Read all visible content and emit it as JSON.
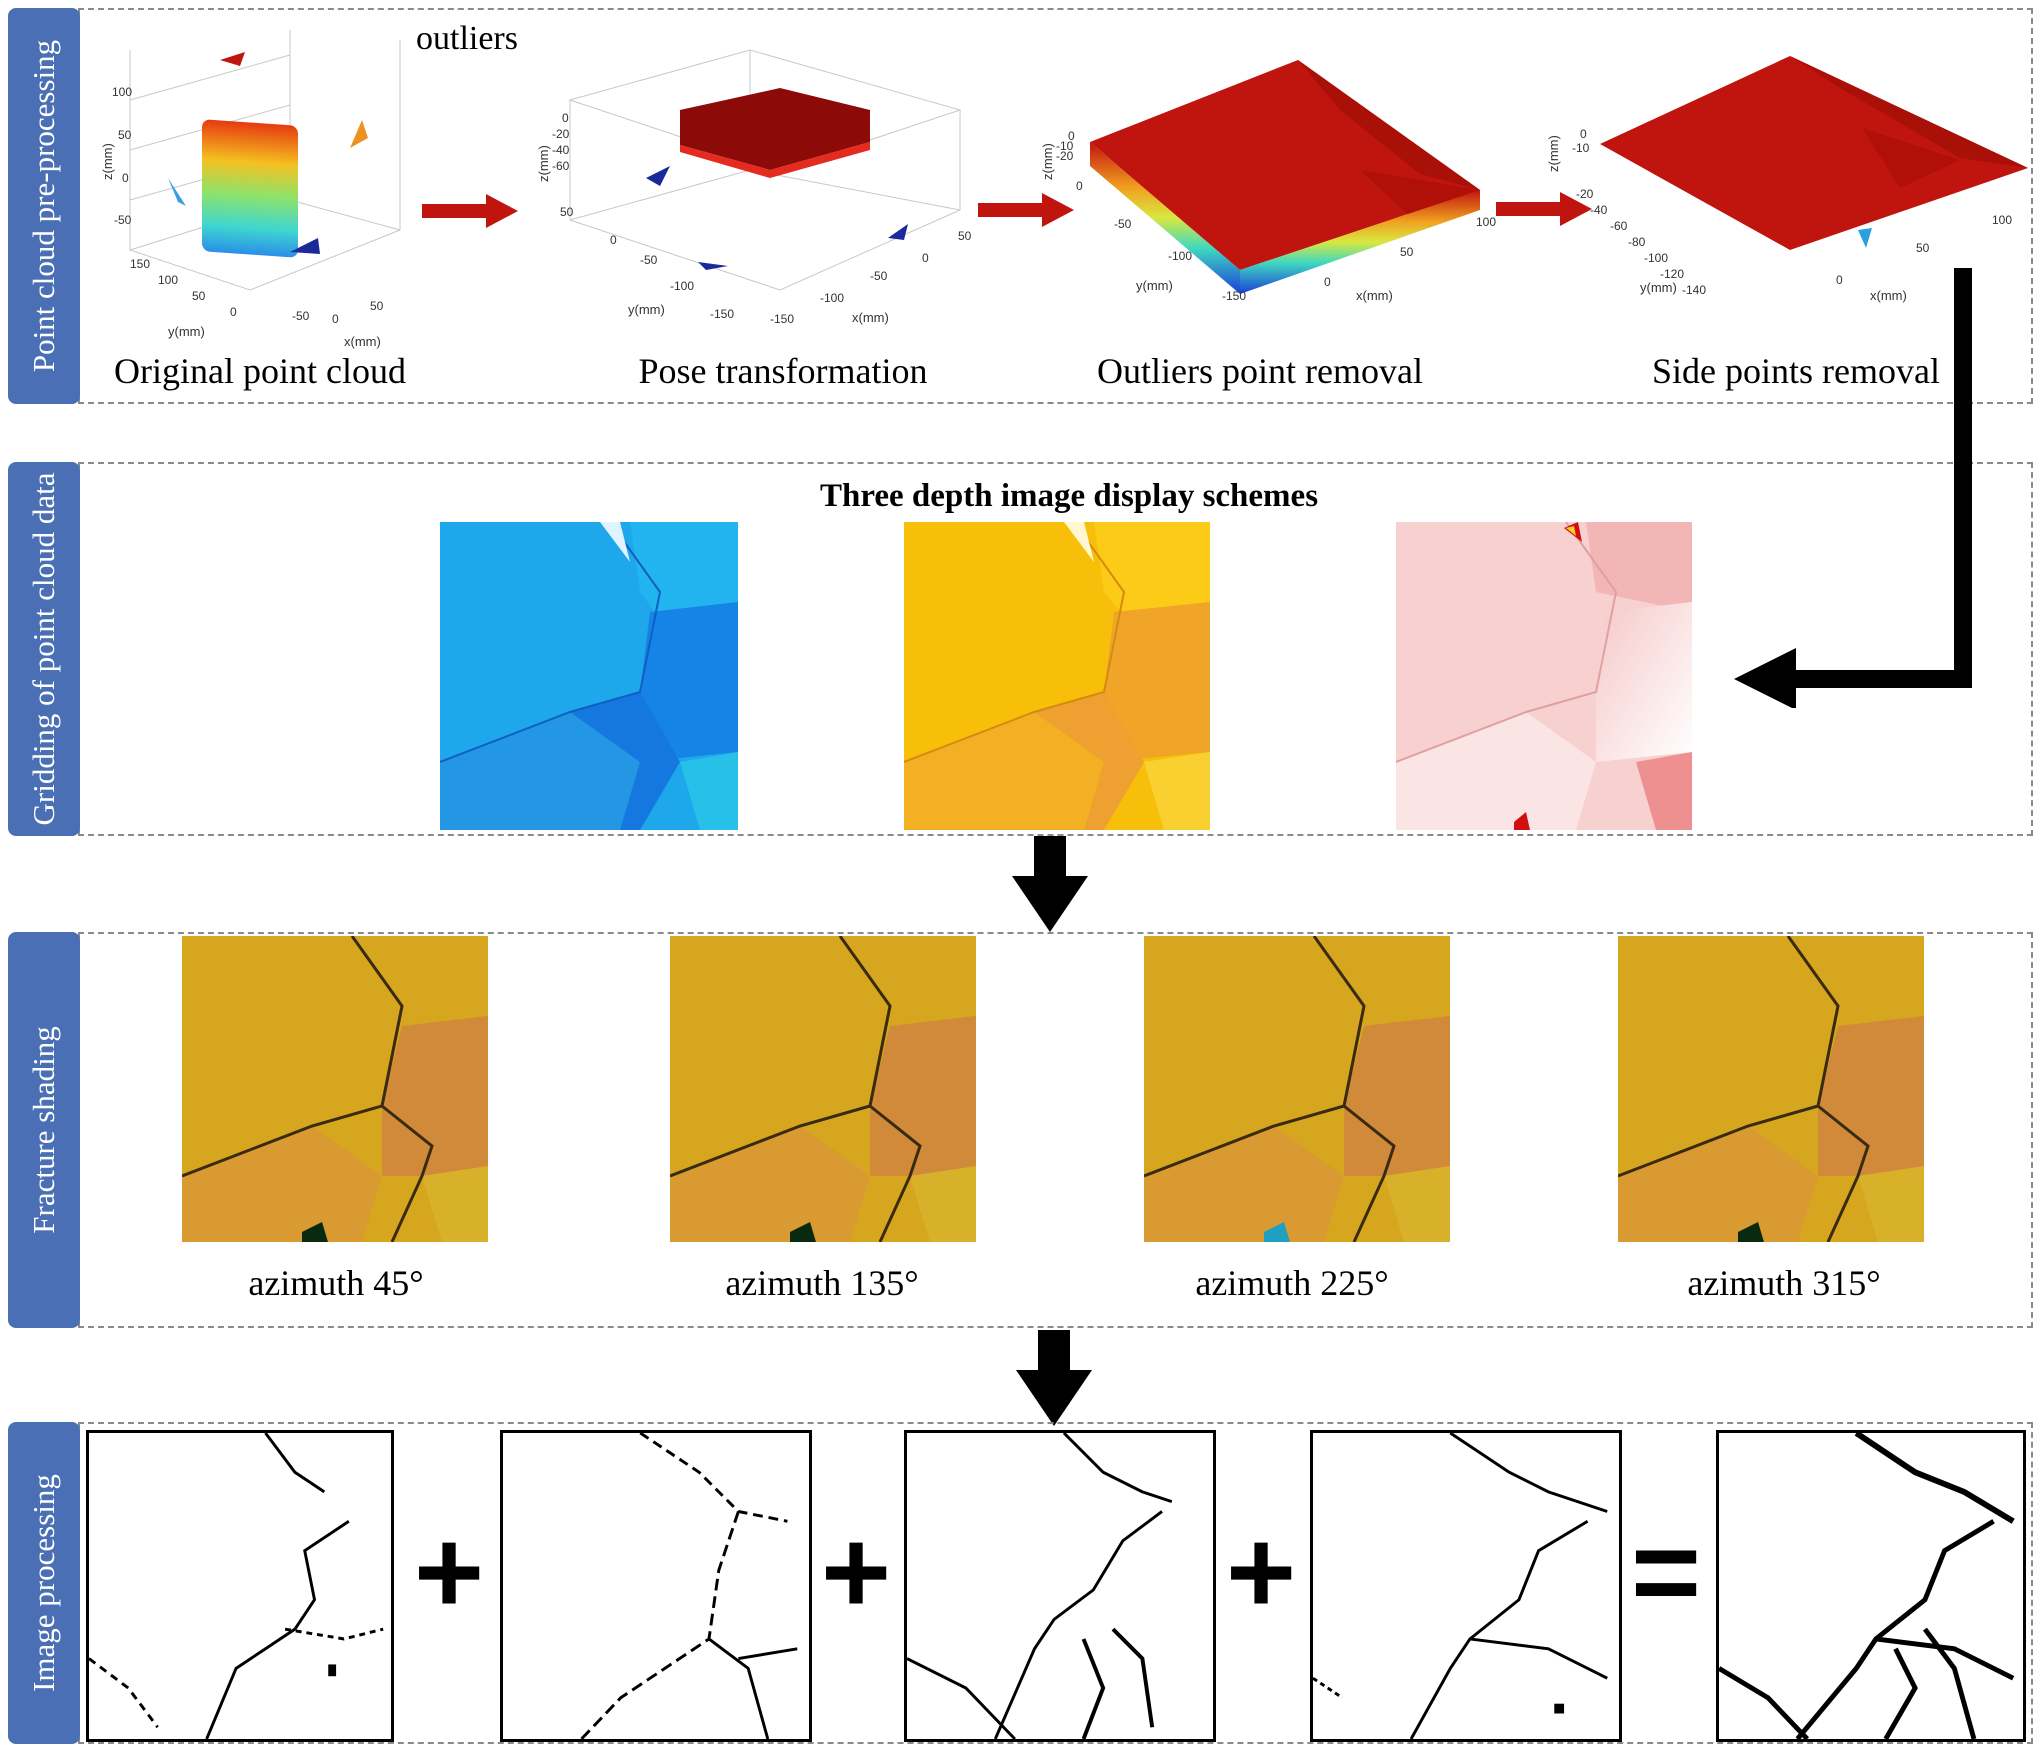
{
  "sections": {
    "preprocessing": "Point cloud pre-processing",
    "gridding": "Gridding of point cloud data",
    "shading": "Fracture shading",
    "processing": "Image processing"
  },
  "preprocessing": {
    "outliers_label": "outliers",
    "steps": [
      "Original point cloud",
      "Pose transformation",
      "Outliers point removal",
      "Side points removal"
    ],
    "axes": {
      "x_label": "x(mm)",
      "y_label": "y(mm)",
      "z_label": "z(mm)"
    }
  },
  "gridding": {
    "title": "Three depth image display schemes"
  },
  "shading": {
    "captions": [
      "azimuth 45°",
      "azimuth 135°",
      "azimuth 225°",
      "azimuth 315°"
    ]
  },
  "processing": {
    "operators": [
      "+",
      "+",
      "+",
      "="
    ]
  },
  "colors": {
    "tab": "#4a6fb5",
    "arrow_red": "#c0140f",
    "arrow_black": "#000000"
  }
}
